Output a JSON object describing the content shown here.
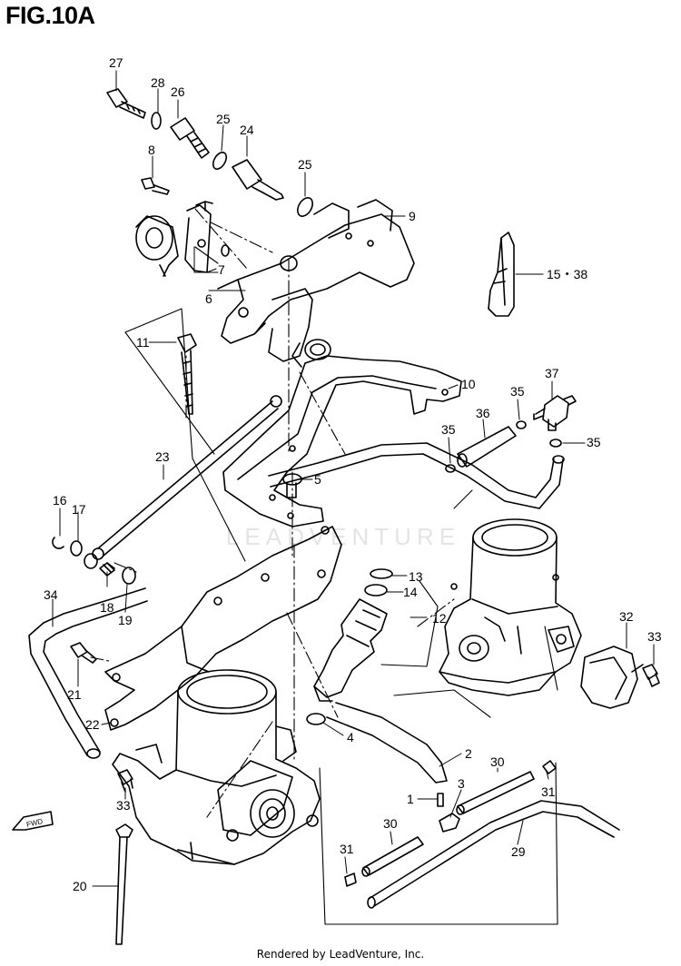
{
  "figure": {
    "title": "FIG.10A"
  },
  "watermark": "LEADVENTURE",
  "credit": "Rendered by LeadVenture, Inc.",
  "fwd_label": "FWD",
  "callouts": [
    {
      "id": "c27",
      "label": "27"
    },
    {
      "id": "c28",
      "label": "28"
    },
    {
      "id": "c26",
      "label": "26"
    },
    {
      "id": "c25a",
      "label": "25"
    },
    {
      "id": "c24",
      "label": "24"
    },
    {
      "id": "c25b",
      "label": "25"
    },
    {
      "id": "c8",
      "label": "8"
    },
    {
      "id": "c9",
      "label": "9"
    },
    {
      "id": "c7",
      "label": "7"
    },
    {
      "id": "c6",
      "label": "6"
    },
    {
      "id": "c1538",
      "label": "15・38"
    },
    {
      "id": "c11",
      "label": "11"
    },
    {
      "id": "c10",
      "label": "10"
    },
    {
      "id": "c37",
      "label": "37"
    },
    {
      "id": "c35a",
      "label": "35"
    },
    {
      "id": "c36",
      "label": "36"
    },
    {
      "id": "c35b",
      "label": "35"
    },
    {
      "id": "c35c",
      "label": "35"
    },
    {
      "id": "c23",
      "label": "23"
    },
    {
      "id": "c5",
      "label": "5"
    },
    {
      "id": "c16",
      "label": "16"
    },
    {
      "id": "c17",
      "label": "17"
    },
    {
      "id": "c34",
      "label": "34"
    },
    {
      "id": "c18",
      "label": "18"
    },
    {
      "id": "c19",
      "label": "19"
    },
    {
      "id": "c13",
      "label": "13"
    },
    {
      "id": "c14",
      "label": "14"
    },
    {
      "id": "c12",
      "label": "12"
    },
    {
      "id": "c32",
      "label": "32"
    },
    {
      "id": "c33a",
      "label": "33"
    },
    {
      "id": "c21",
      "label": "21"
    },
    {
      "id": "c22",
      "label": "22"
    },
    {
      "id": "c4",
      "label": "4"
    },
    {
      "id": "c2",
      "label": "2"
    },
    {
      "id": "c30a",
      "label": "30"
    },
    {
      "id": "c3",
      "label": "3"
    },
    {
      "id": "c31a",
      "label": "31"
    },
    {
      "id": "c1",
      "label": "1"
    },
    {
      "id": "c33b",
      "label": "33"
    },
    {
      "id": "c30b",
      "label": "30"
    },
    {
      "id": "c29",
      "label": "29"
    },
    {
      "id": "c31b",
      "label": "31"
    },
    {
      "id": "c20",
      "label": "20"
    }
  ]
}
